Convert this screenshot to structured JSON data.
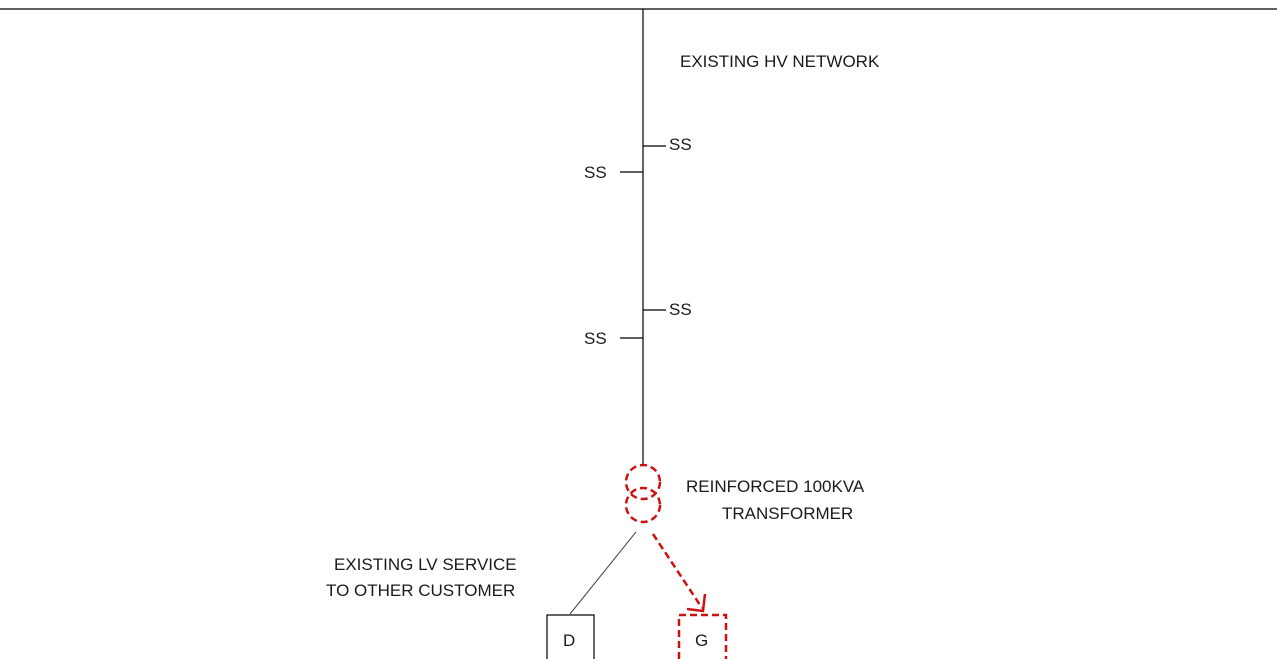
{
  "diagram": {
    "hv_network_label": "EXISTING HV NETWORK",
    "substations": [
      {
        "label": "SS",
        "side": "right"
      },
      {
        "label": "SS",
        "side": "left"
      },
      {
        "label": "SS",
        "side": "right"
      },
      {
        "label": "SS",
        "side": "left"
      }
    ],
    "transformer": {
      "label_line1": "REINFORCED 100KVA",
      "label_line2": "TRANSFORMER",
      "color": "#cc1111"
    },
    "lv_service": {
      "label_line1": "EXISTING LV SERVICE",
      "label_line2": "TO OTHER CUSTOMER"
    },
    "demand_box_label": "D",
    "generator_box_label": "G"
  }
}
